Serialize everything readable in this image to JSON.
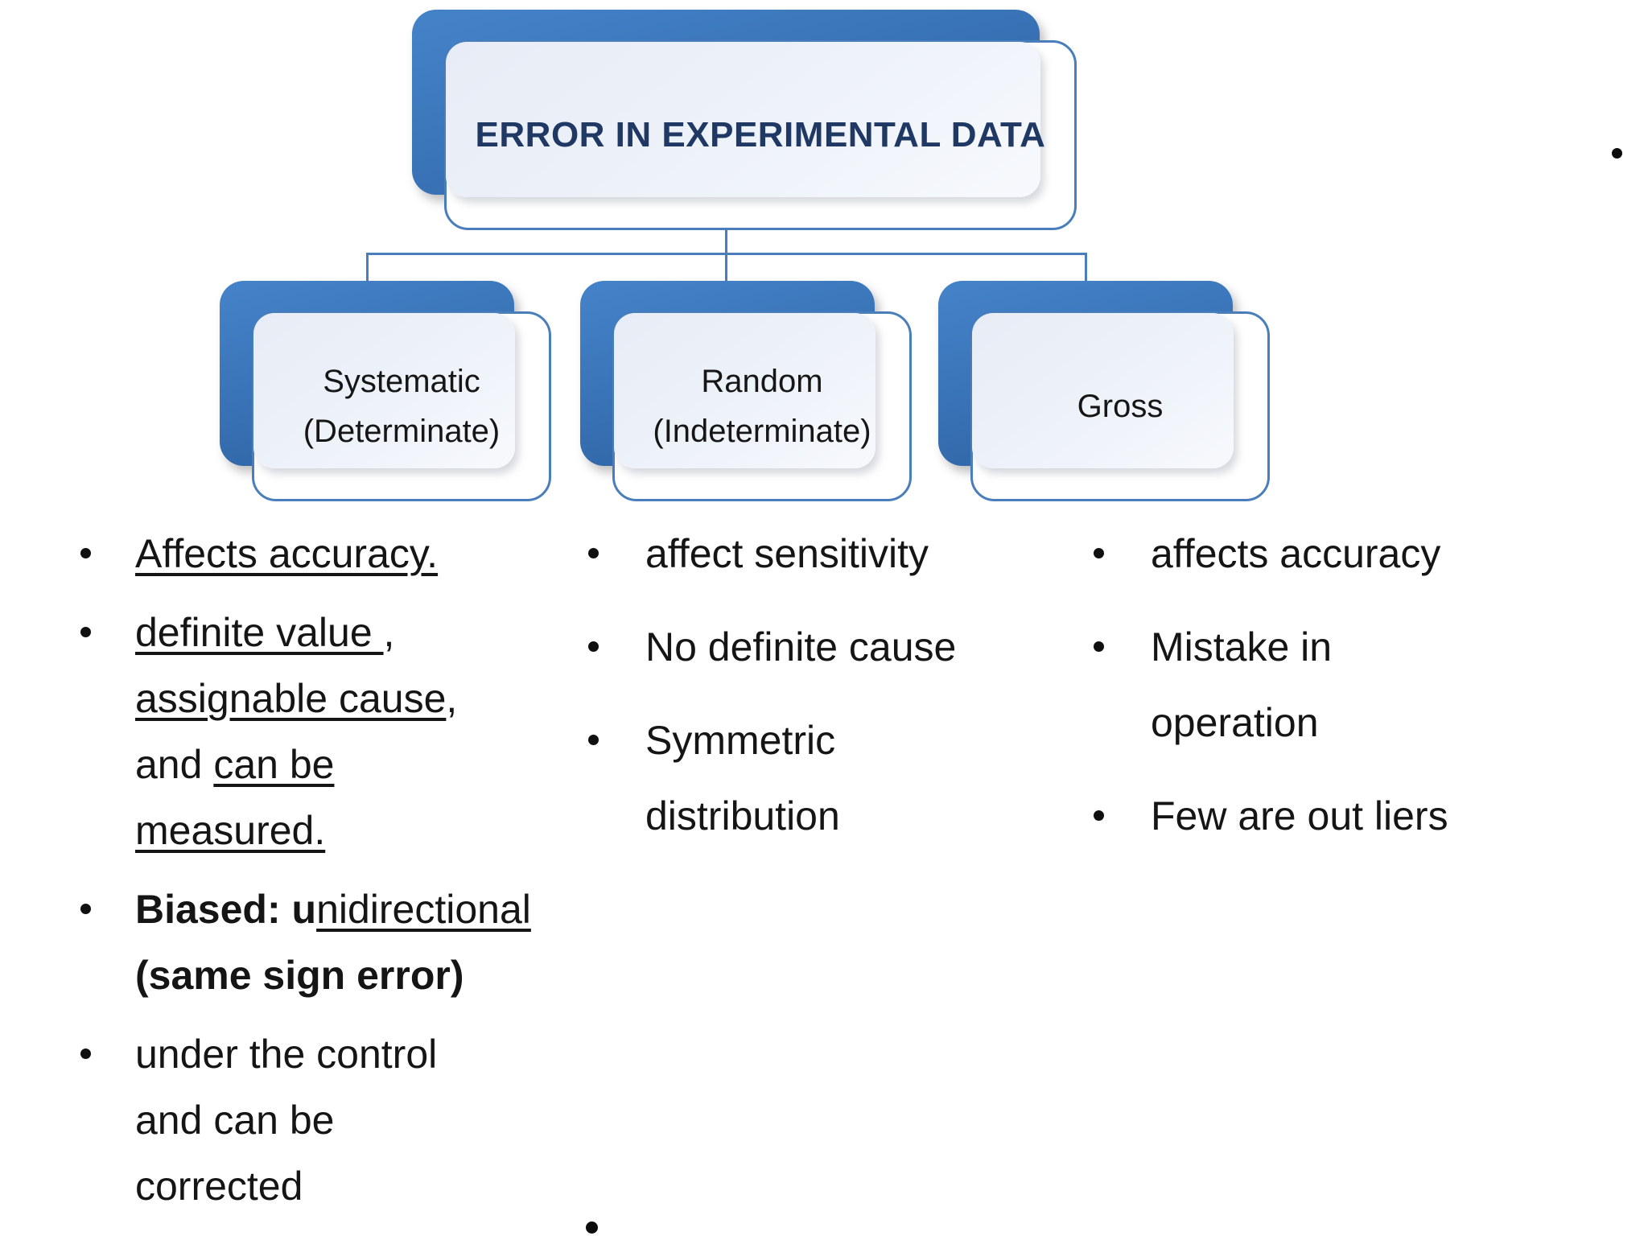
{
  "colors": {
    "accent_blue": "#3a74b8",
    "accent_blue_light": "#4583c9",
    "accent_blue_dark": "#2b5f9e",
    "connector_border": "#4a7ebb",
    "panel_fill": "#e7ecf6",
    "title_text": "#1f3864",
    "body_text": "#151515",
    "background": "#ffffff"
  },
  "diagram": {
    "root": {
      "title": "ERROR IN EXPERIMENTAL DATA"
    },
    "nodes": [
      {
        "id": "systematic",
        "lines": [
          "Systematic",
          "(Determinate)"
        ]
      },
      {
        "id": "random",
        "lines": [
          "Random",
          "(Indeterminate)"
        ]
      },
      {
        "id": "gross",
        "lines": [
          "Gross"
        ]
      }
    ]
  },
  "columns": [
    {
      "node": "systematic",
      "bullets": [
        {
          "lines": [
            [
              {
                "t": "Affects accuracy.",
                "u": true
              }
            ]
          ]
        },
        {
          "lines": [
            [
              {
                "t": "definite value ",
                "u": true
              },
              {
                "t": ","
              }
            ],
            [
              {
                "t": "assignable cause",
                "u": true
              },
              {
                "t": ","
              }
            ],
            [
              {
                "t": "and "
              },
              {
                "t": "can be",
                "u": true
              }
            ],
            [
              {
                "t": "measured.",
                "u": true
              }
            ]
          ]
        },
        {
          "lines": [
            [
              {
                "t": "Biased: u",
                "b": true
              },
              {
                "t": "nidirectional",
                "u": true
              }
            ],
            [
              {
                "t": "(same sign error)",
                "b": true
              }
            ]
          ]
        },
        {
          "lines": [
            [
              {
                "t": "under the control"
              }
            ],
            [
              {
                "t": "and can be"
              }
            ],
            [
              {
                "t": "corrected"
              }
            ]
          ]
        }
      ]
    },
    {
      "node": "random",
      "bullets": [
        {
          "lines": [
            [
              {
                "t": "affect sensitivity"
              }
            ]
          ]
        },
        {
          "lines": [
            [
              {
                "t": "No definite cause"
              }
            ]
          ]
        },
        {
          "lines": [
            [
              {
                "t": "Symmetric"
              }
            ],
            [
              {
                "t": "distribution"
              }
            ]
          ]
        }
      ]
    },
    {
      "node": "gross",
      "bullets": [
        {
          "lines": [
            [
              {
                "t": "affects accuracy"
              }
            ]
          ]
        },
        {
          "lines": [
            [
              {
                "t": "Mistake in"
              }
            ],
            [
              {
                "t": "operation"
              }
            ]
          ]
        },
        {
          "lines": [
            [
              {
                "t": "Few are out liers"
              }
            ]
          ]
        }
      ]
    }
  ],
  "stray_bullets": [
    {
      "position": "top-right"
    },
    {
      "position": "bottom-center"
    }
  ]
}
